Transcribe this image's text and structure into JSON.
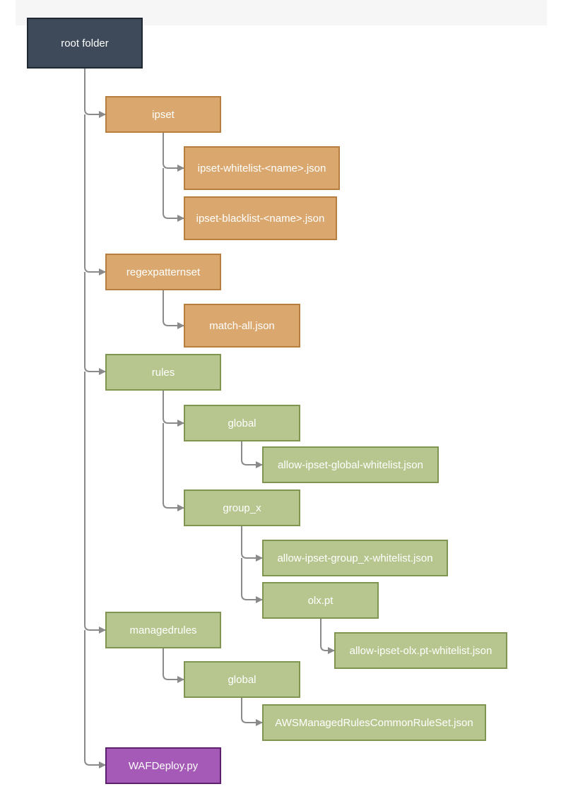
{
  "tree": {
    "root": "root folder",
    "ipset": "ipset",
    "ipset_whitelist": "ipset-whitelist-<name>.json",
    "ipset_blacklist": "ipset-blacklist-<name>.json",
    "regexpatternset": "regexpatternset",
    "match_all": "match-all.json",
    "rules": "rules",
    "rules_global": "global",
    "allow_global": "allow-ipset-global-whitelist.json",
    "group_x": "group_x",
    "allow_group_x": "allow-ipset-group_x-whitelist.json",
    "olx_pt": "olx.pt",
    "allow_olx": "allow-ipset-olx.pt-whitelist.json",
    "managedrules": "managedrules",
    "managed_global": "global",
    "aws_common": "AWSManagedRulesCommonRuleSet.json",
    "wafdeploy": "WAFDeploy.py"
  },
  "colors": {
    "root": "#3e4a59",
    "directory_orange": "#daa86e",
    "directory_green": "#b7c68e",
    "script_purple": "#a45ab6",
    "connector": "#8a8a8a"
  }
}
